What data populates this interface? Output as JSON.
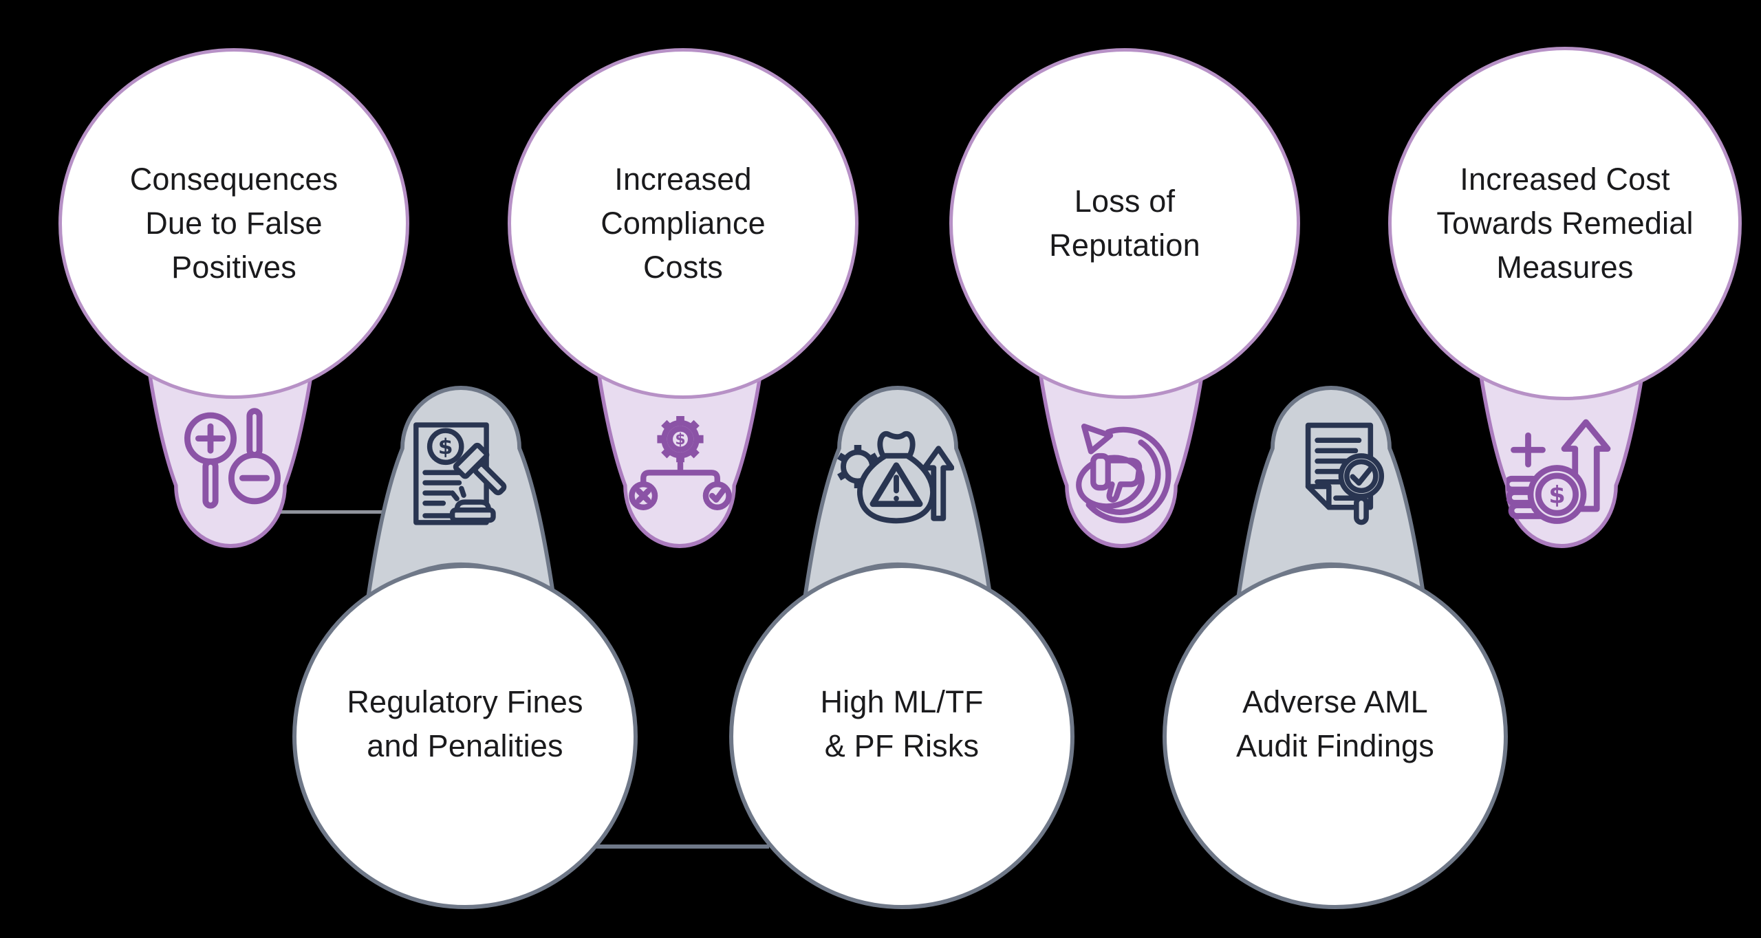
{
  "theme": {
    "background": "#000000",
    "purple_border": "#b791c6",
    "purple_drop_border": "#ab7cbe",
    "purple_fill": "#e8dcf0",
    "purple_icon": "#8b53a6",
    "gray_border": "#6f7888",
    "gray_fill": "#ccd1d8",
    "navy_icon": "#293551",
    "text_color": "#1a1a1c",
    "connector_color": "#8f939c"
  },
  "icon_glyphs": {
    "dollar": "$"
  },
  "bubbles": [
    {
      "id": "false-positives",
      "row": "top",
      "style": "purple",
      "icon": "magnifier-plus-minus-icon",
      "label": "Consequences Due to False Positives",
      "lines": [
        "Consequences",
        "Due to False",
        "Positives"
      ]
    },
    {
      "id": "compliance-costs",
      "row": "top",
      "style": "purple",
      "icon": "gear-dollar-flow-icon",
      "label": "Increased Compliance Costs",
      "lines": [
        "Increased",
        "Compliance",
        "Costs"
      ]
    },
    {
      "id": "loss-of-reputation",
      "row": "top",
      "style": "purple",
      "icon": "thumbs-down-refresh-icon",
      "label": "Loss of Reputation",
      "lines": [
        "Loss of",
        "Reputation"
      ]
    },
    {
      "id": "remedial-measures",
      "row": "top",
      "style": "purple",
      "icon": "rising-coins-icon",
      "label": "Increased Cost Towards Remedial Measures",
      "lines": [
        "Increased Cost",
        "Towards Remedial",
        "Measures"
      ]
    },
    {
      "id": "regulatory-fines",
      "row": "bottom",
      "style": "gray",
      "icon": "fine-document-gavel-icon",
      "label": "Regulatory Fines and Penalities",
      "lines": [
        "Regulatory Fines",
        "and Penalities"
      ]
    },
    {
      "id": "ml-tf-pf-risks",
      "row": "bottom",
      "style": "gray",
      "icon": "risk-moneybag-arrow-icon",
      "label": "High ML/TF & PF Risks",
      "lines": [
        "High ML/TF",
        "& PF Risks"
      ]
    },
    {
      "id": "adverse-audit-findings",
      "row": "bottom",
      "style": "gray",
      "icon": "audit-document-check-icon",
      "label": "Adverse AML Audit Findings",
      "lines": [
        "Adverse AML",
        "Audit Findings"
      ]
    }
  ]
}
